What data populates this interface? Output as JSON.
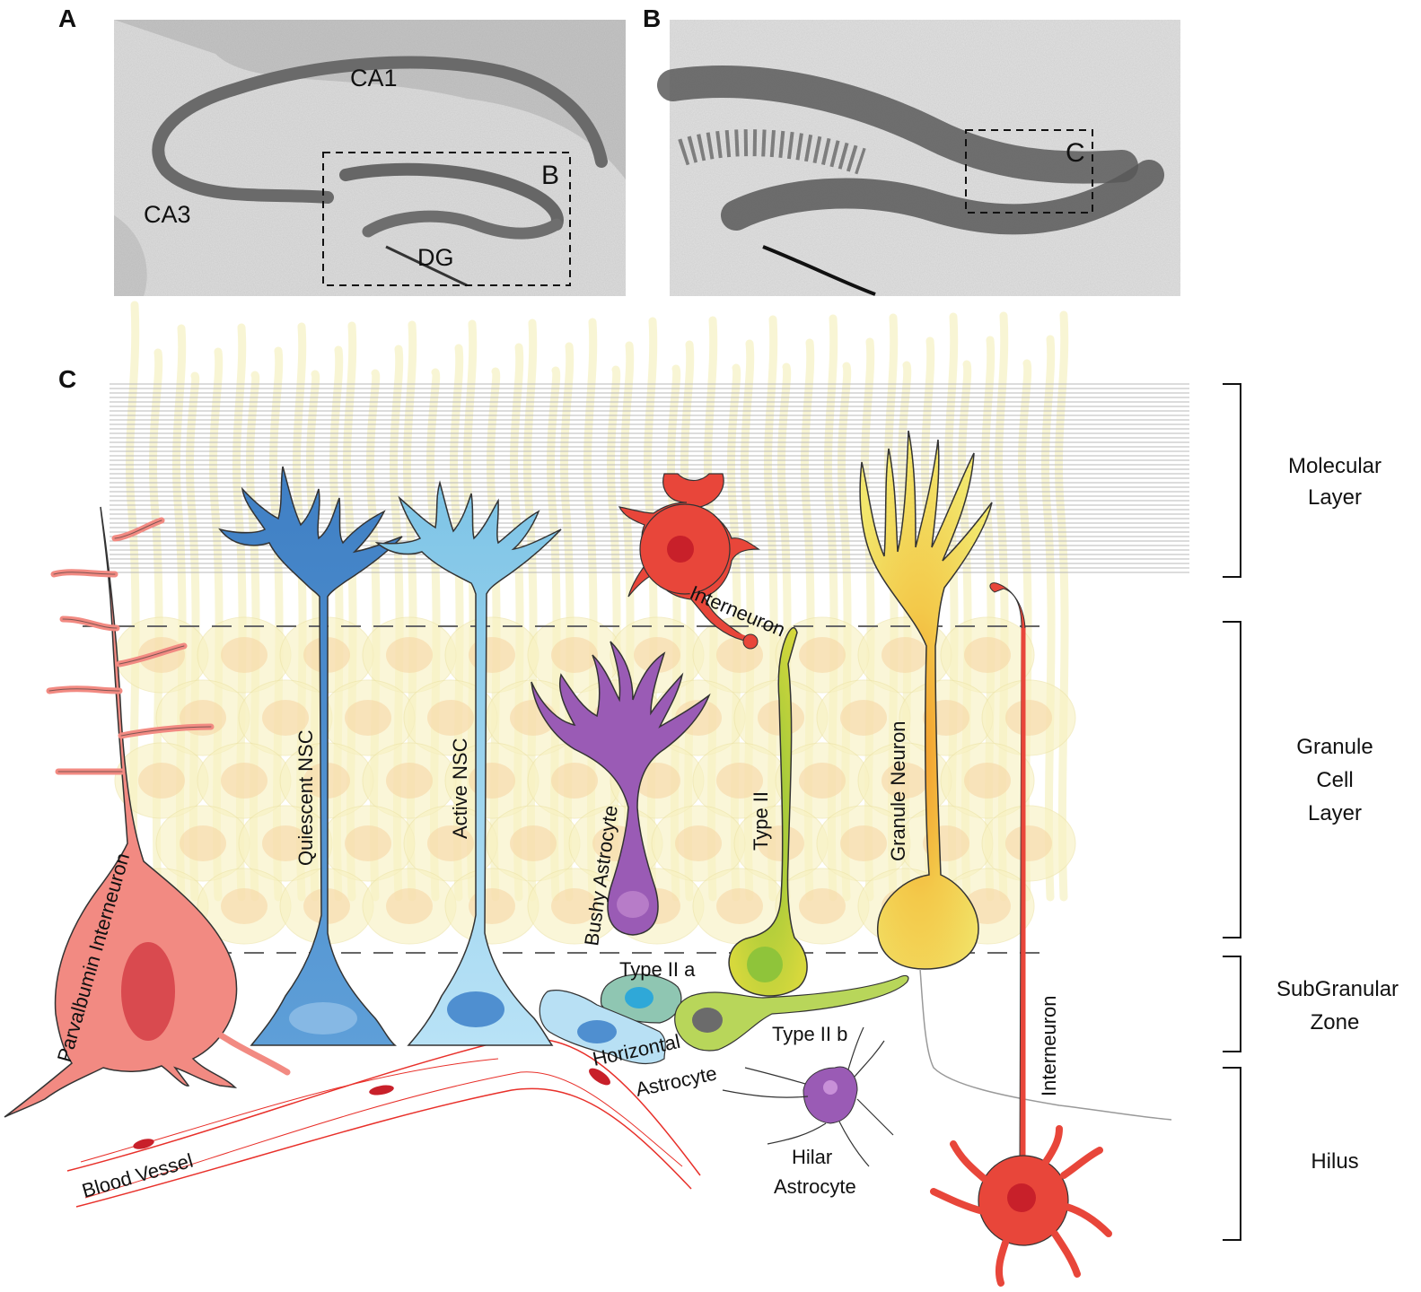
{
  "panels": {
    "a_letter": "A",
    "b_letter": "B",
    "c_letter": "C"
  },
  "panel_a": {
    "ca1": "CA1",
    "ca3": "CA3",
    "dg": "DG",
    "box_label": "B"
  },
  "panel_b": {
    "box_label": "C"
  },
  "cells": {
    "parvalbumin": "Parvalbumin Interneuron",
    "quiescent": "Quiescent NSC",
    "active": "Active NSC",
    "bushy": "Bushy Astrocyte",
    "interneuron_top": "Interneuron",
    "type2": "Type II",
    "granule": "Granule Neuron",
    "interneuron_right": "Interneuron",
    "type2a": "Type II a",
    "type2b": "Type II b",
    "horizontal_1": "Horizontal",
    "horizontal_2": "Astrocyte",
    "hilar_1": "Hilar",
    "hilar_2": "Astrocyte",
    "blood_vessel": "Blood Vessel"
  },
  "layers": {
    "molecular_1": "Molecular",
    "molecular_2": "Layer",
    "granule_1": "Granule",
    "granule_2": "Cell",
    "granule_3": "Layer",
    "sgz_1": "SubGranular",
    "sgz_2": "Zone",
    "hilus": "Hilus"
  },
  "colors": {
    "quiescent_nsc": "#4f8fd0",
    "active_nsc": "#9fd3ef",
    "interneuron": "#e8463a",
    "parvalbumin": "#f28a82",
    "bushy_astrocyte": "#9a5bb5",
    "type2": "#c9d23a",
    "granule_neuron": "#f0e060",
    "type2a": "#8fc6b2",
    "type2b": "#b8d65a",
    "blood_vessel": "#e8302a"
  }
}
